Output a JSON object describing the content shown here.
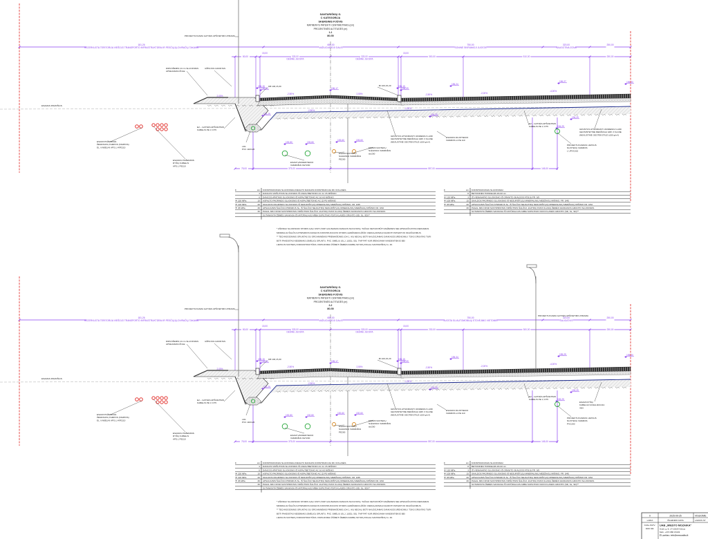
{
  "colors": {
    "dimension": "#8a3ff0",
    "boundary": "#e0201c",
    "structure": "#222222",
    "ground": "#9a9a9a",
    "subgrade": "#1c2a8c",
    "water_pipe": "#27a83a",
    "sewer_pipe": "#d9881e",
    "cable": "#e0201c"
  },
  "sections": [
    {
      "title_lines": [
        "SANTARIŠKIŲ G.",
        "C KATEGORIJA",
        "SKERSINIS PJŪVIS",
        "MATMENYS PATEIKTI CENTIMETRAIS (cm)",
        "PROJEKTINĖS ALTITUDĖS (m)",
        "1-1",
        "M1:50"
      ],
      "dims_row1": [
        {
          "value": "181,26",
          "label": "REZERVUOTA TERITORIJA VIEŠOJO TRANSPORTO INFRASTRUKTŪRAI IR PĖSČIŲJŲ-DVIRAČIŲ TAKAMS"
        },
        {
          "value": "650,00",
          "label": "VAŽIUOJAMOJI DALIS"
        },
        {
          "value": "750,00",
          "label": "SONINĖ SKIRIAMOJI JUOSTA"
        },
        {
          "value": "320,00",
          "label": "SAUGOTINA ZONA"
        },
        {
          "value": "250,00",
          "label": ""
        }
      ],
      "dims_row2": [
        "80,00",
        "15,00",
        "325,00",
        "325,00",
        "15,00",
        "300,00",
        "510,00",
        "250,00"
      ],
      "dims_row2_labels": [
        "DEŠINĖ JUOSTA",
        "DEŠINĖ JUOSTA"
      ],
      "dims_bottom": [
        "75,00",
        "375,00",
        "557,00",
        "145,00"
      ],
      "slopes": [
        "2,00%",
        "-2,50%",
        "2,50%",
        "-2,50%",
        "-2,00%",
        "-1,00%",
        "-2,50%",
        "-4,00%"
      ],
      "elevations": [
        "196,15",
        "196,09",
        "196,17",
        "196,15",
        "196,09",
        "196,24",
        "196,27",
        "196,20",
        "194,29",
        "194,29",
        "194,29",
        "193,80",
        "193,80",
        "193,60",
        "193,60",
        "194,29"
      ],
      "callouts": [
        {
          "lines": [
            "PROJEKTUOJAMA GATVĖS APŠVIETIMO ATRAMA"
          ]
        },
        {
          "lines": [
            "DIRVOŽEMIS 10 cm SLUOKSNIS",
            "APSĖJAMAS ŽOLE"
          ]
        },
        {
          "lines": [
            "UŽPILTAS GRUNTAS"
          ]
        },
        {
          "lines": [
            "ESAMAS PAVIRŠIUS"
          ]
        },
        {
          "lines": [
            "KB 100,15,30"
          ]
        },
        {
          "lines": [
            "BI 100,15,20"
          ]
        },
        {
          "lines": [
            "E2 – GATVĖS APŠVIETIMO",
            "KABELIS PE V, D75"
          ]
        },
        {
          "lines": [
            "LD1",
            "PVC 110/126"
          ]
        },
        {
          "lines": [
            "ESAMI POŽEMINIAI",
            "ŽEMOSIOS ĮTAMPOS (TAMPOS)",
            "EL. KABELIAI APS.L/ APE110"
          ]
        },
        {
          "lines": [
            "ESAMAS POŽEMINIS",
            "RYŠIŲ KABELIS",
            "APS.L PE110"
          ]
        },
        {
          "lines": [
            "ESAMI VANDENTIEKIO",
            "VAMZDŽIAI KET200"
          ]
        },
        {
          "lines": [
            "ESAMI NUOTEKŲ",
            "SLĖGINIAI VAMZDŽIAI",
            "PE200"
          ]
        },
        {
          "lines": [
            "ESAMI NUOTEKŲ",
            "SLĖGINIAI VAMZDŽIAI",
            "ste200"
          ]
        },
        {
          "lines": [
            "GRUNTUS ATSKIRIANTI VANDENIUI LAIDI",
            "GEOSINTETINĖ MEDŽIAGA GRK 3 KLASĖ",
            "(NEAUSTINĖ GEOTEKSTILĖ ≥150 g/m²)"
          ]
        },
        {
          "lines": [
            "ESAMAS DUJOTIEKIO",
            "VAMZDIS st PE 110"
          ]
        },
        {
          "lines": [
            "E2 – GATVĖS APŠVIETIMO",
            "KABELIS PE V, D75"
          ]
        },
        {
          "lines": [
            "GRUNTUS ATSKIRIANTI VANDENIUI LAIDI",
            "GEOSINTETINĖ MEDŽIAGA GRK 3 KLASĖ",
            "(NEAUSTINĖ GEOTEKSTILĖ ≥150 g/m²)"
          ]
        },
        {
          "lines": [
            "PROJEKTUOJAMAS LIETAUS",
            "NUOTEKŲ VAMZDIS",
            "L UPVC315"
          ]
        }
      ],
      "legend_left": [
        {
          "code": "Σ",
          "unit": "cm",
          "text": "KONSTRUKCINIAI SLUOKSNIAI ASFALTO DANGOS KONSTRUKCIJA DK III KLASĖS"
        },
        {
          "code": "",
          "unit": "4",
          "text": "DANGOS VIRŠUTINIS SLUOKSNIS IŠ ASFALTBETONIO AC 11 VS MIŠINIO"
        },
        {
          "code": "",
          "unit": "6",
          "text": "DANGOS APATINIS SLUOKSNIS IŠ ASFALTBETONIO AC 16 AS MIŠINIO"
        },
        {
          "code": "▼ 150 MPa",
          "unit": "10",
          "text": "ASFALTO PAGRINDO SLUOKSNIS IŠ ASFALTBETONIO AC 22 PS MIŠINIO"
        },
        {
          "code": "▼ 120 MPa",
          "unit": "20",
          "text": "SKALDOS PAGRINDO SLUOKSNIS IŠ NESURIŠTŲJŲ MINERALINIŲ MEDŽIAGŲ MIŠINIO, FR. 0/45"
        },
        {
          "code": "▼ 45 MPa",
          "unit": "30",
          "text": "APSAUGINIS ŠALČIUI ATSPARUS SL. IŠ ŠALČIUI NEJAUTRIŲ NESURIŠTŲJŲ MINERALINIŲ MEDŽIAGŲ MIŠINIO FR. 0/32"
        },
        {
          "code": "",
          "unit": "30",
          "text": "PAGAL MIN OFSR SUSTIPRINTAS VIRŠUTINIS ŠALČIUI JAUTRIŲ P2/F3 KLASIŲ ŽEMĖS SANKASOS GRUNTO SLUOKSNIS"
        },
        {
          "code": "",
          "unit": "",
          "text": "SUTANKINTA ŽEMĖS SANKASA IŠ NATŪRALAUS ARBA SUPILTINIO F2/F3 KLASĖS GRUNTO (SD, SL, SD)**"
        }
      ],
      "legend_right": [
        {
          "code": "Σ",
          "unit": "cm",
          "text": "KONSTRUKCINIAI SLUOKSNIAI"
        },
        {
          "code": "",
          "unit": "8",
          "text": "BETONINĖS TRINKELĖS 20x10 cm"
        },
        {
          "code": "▼ 120 MPa",
          "unit": "3",
          "text": "IŠ VIENANARIO SLUOKSNIO IŠ GRANITO SKALDOS ATSIJŲ FR. 0/5"
        },
        {
          "code": "▼ 100 MPa",
          "unit": "15",
          "text": "SKALDOS PAGRINDO SLUOKSNIS IŠ NESURIŠTŲJŲ MINERALINIŲ MEDŽIAGŲ MIŠINIO, FR. 0/45"
        },
        {
          "code": "▼ 45 MPa",
          "unit": "20",
          "text": "APSAUGINIS ŠALČIUI ATSPARUS SL. IŠ ŠALČIUI NEJAUTRIŲ NESURIŠTŲJŲ MINERALINIŲ MEDŽIAGŲ MIŠINIO FR. 0/32"
        },
        {
          "code": "",
          "unit": "30",
          "text": "PAGAL MIN OFSR SUSTIPRINTAS VIRŠUTINIS ŠALČIUI JAUTRIŲ P2/F3 KLASIŲ ŽEMĖS SANKASOS GRUNTO SLUOKSNIS"
        },
        {
          "code": "",
          "unit": "",
          "text": "SUTANKINTA ŽEMĖS SANKASA IŠ NATŪRALAUS ARBA SUPILTINIO F2/F3 KLASĖS GRUNTO (SD, SL, SD)**"
        }
      ],
      "notes": [
        "* AŠKINIAI SLUOKSNIO STORIS GALI KISTI (TAIP GAUNAMAS DANGOS NUOLYDIS). TAČIAU NETURI BŪTI MAŽESNIS NEI APSKAIČIUOTAS REIKIAMAS",
        "MINIMALIAI ŠALČIUI ATSPARIOS DANGOS KONSTRUKCIJOS STORIS LEIDŽIAMAS (ŽIŪR. REIKALAVIMAI) NAUDOTI PATEIKTUS SKAIČIAVIMUS.",
        "** TECHNOGENINIS GRUNTAS SU ORGANINĖMIS PRIEMAIŠOMIS (OH 1. IKI) NEGALI BŪTI NAUDOJAMAS SANKASOS ĮRENGIMUI. TOKS GRUNTAS TURI",
        "BŪTI PAKEISTAS NESEMIAIS (SMĖLIO) GRUNTU. PVZ. SMĖLIU (GLJ, 1(SD), SS). TAIP PAT KUR ĮRENGIAMA VANDENTIEKIO BEI",
        "LIETAUS NUOTEKŲ INFRASTRUKTŪRA. PAPILDOMAI ŽIŪRĖTI ŽEMĖS DARBŲ SKYRIŲ PAGAL SANTARIŠKIŲ G. 46."
      ]
    },
    {
      "title_lines": [
        "SANTARIŠKIŲ G.",
        "C KATEGORIJA",
        "SKERSINIS PJŪVIS",
        "MATMENYS PATEIKTI CENTIMETRAIS (cm)",
        "PROJEKTINĖS ALTITUDĖS (m)",
        "2-2",
        "M1:50"
      ],
      "dims_row1": [
        {
          "value": "181,26",
          "label": "REZERVUOTA TERITORIJA VIEŠOJO TRANSPORTO INFRASTRUKTŪRAI IR PĖSČIŲJŲ-DVIRAČIŲ TAKAMS"
        },
        {
          "value": "650,00",
          "label": "VAŽIUOJAMOJI DALIS"
        },
        {
          "value": "750,00",
          "label": "JUOSTA SU AUTOMOBILIŲ STOVĖJIMO VIETOMIS"
        },
        {
          "value": "320,00",
          "label": "ŠALIGATVIS"
        },
        {
          "value": "250,00",
          "label": ""
        }
      ],
      "dims_row2": [
        "80,00",
        "15,00",
        "325,00",
        "325,00",
        "15,00",
        "230,00",
        "300,00",
        "250,00"
      ],
      "dims_row2_labels": [
        "DEŠINĖ JUOSTA",
        "DEŠINĖ JUOSTA"
      ],
      "dims_bottom": [
        "75,00",
        "375,00",
        "557,00",
        "145,00"
      ],
      "slopes": [
        "2,00%",
        "-2,50%",
        "2,50%",
        "-2,50%",
        "-2,00%",
        "-1,00%",
        "-2,50%",
        "-4,00%"
      ],
      "elevations": [
        "195,15",
        "195,09",
        "195,17",
        "195,15",
        "195,09",
        "195,34",
        "195,29",
        "195,20",
        "193,29",
        "193,29",
        "193,29",
        "192,80",
        "192,80",
        "192,60",
        "192,60",
        "193,29"
      ],
      "callouts": [
        {
          "lines": [
            "PROJEKTUOJAMA GATVĖS APŠVIETIMO ATRAMA"
          ]
        },
        {
          "lines": [
            "DIRVOŽEMIS 10 cm SLUOKSNIS",
            "APSĖJAMAS ŽOLE"
          ]
        },
        {
          "lines": [
            "UŽPILTAS GRUNTAS"
          ]
        },
        {
          "lines": [
            "ESAMAS PAVIRŠIUS"
          ]
        },
        {
          "lines": [
            "KB 100,15,30"
          ]
        },
        {
          "lines": [
            "BI 100,15,20"
          ]
        },
        {
          "lines": [
            "E2 – GATVĖS APŠVIETIMO",
            "KABELIS PE V, D75"
          ]
        },
        {
          "lines": [
            "LD1",
            "PVC 110/126"
          ]
        },
        {
          "lines": [
            "ESAMI POŽEMINIAI",
            "ŽEMOSIOS ĮTAMPOS (TAMPOS)",
            "EL. KABELIAI APS.L/ APE110"
          ]
        },
        {
          "lines": [
            "ESAMAS POŽEMINIS",
            "RYŠIŲ KABELIS",
            "APS.L PE110"
          ]
        },
        {
          "lines": [
            "ESAMI VANDENTIEKIO",
            "VAMZDŽIAI KET200"
          ]
        },
        {
          "lines": [
            "ESAMI NUOTEKŲ",
            "SLĖGINIAI VAMZDŽIAI",
            "PE200"
          ]
        },
        {
          "lines": [
            "ESAMI NUOTEKŲ",
            "SLĖGINIAI VAMZDŽIAI",
            "ste200"
          ]
        },
        {
          "lines": [
            "GRUNTUS ATSKIRIANTI VANDENIUI LAIDI",
            "GEOSINTETINĖ MEDŽIAGA GRK 3 KLASĖ",
            "(NEAUSTINĖ GEOTEKSTILĖ ≥150 g/m²)"
          ]
        },
        {
          "lines": [
            "ESAMAS DUJOTIEKIO",
            "VAMZDIS st PE 110"
          ]
        },
        {
          "lines": [
            "E2 – GATVĖS APŠVIETIMO",
            "KABELIS PE V, D75"
          ]
        },
        {
          "lines": [
            "ESAMI RYŠIŲ",
            "KABELIAI KANALIZACIJA",
            "4N4"
          ]
        },
        {
          "lines": [
            "PROJEKTUOJAMAS LIETAUS",
            "NUOTEKŲ VAMZDIS",
            "PVC200"
          ]
        },
        {
          "lines": [
            "PROJEKTUOJAMA GATVĖS APŠVIETIMO ATRAMA"
          ]
        }
      ],
      "legend_left": [
        {
          "code": "Σ",
          "unit": "cm",
          "text": "KONSTRUKCINIAI SLUOKSNIAI ASFALTO DANGOS KONSTRUKCIJA DK III KLASĖS"
        },
        {
          "code": "",
          "unit": "4",
          "text": "DANGOS VIRŠUTINIS SLUOKSNIS IŠ ASFALTBETONIO AC 11 VS MIŠINIO"
        },
        {
          "code": "",
          "unit": "6",
          "text": "DANGOS APATINIS SLUOKSNIS IŠ ASFALTBETONIO AC 16 AS MIŠINIO"
        },
        {
          "code": "▼ 150 MPa",
          "unit": "10",
          "text": "ASFALTO PAGRINDO SLUOKSNIS IŠ ASFALTBETONIO AC 22 PS MIŠINIO"
        },
        {
          "code": "▼ 120 MPa",
          "unit": "20",
          "text": "SKALDOS PAGRINDO SLUOKSNIS IŠ NESURIŠTŲJŲ MINERALINIŲ MEDŽIAGŲ MIŠINIO, FR. 0/45"
        },
        {
          "code": "▼ 45 MPa",
          "unit": "30",
          "text": "APSAUGINIS ŠALČIUI ATSPARUS SL. IŠ ŠALČIUI NEJAUTRIŲ NESURIŠTŲJŲ MINERALINIŲ MEDŽIAGŲ MIŠINIO FR. 0/32"
        },
        {
          "code": "",
          "unit": "30",
          "text": "PAGAL MIN OFSR SUSTIPRINTAS VIRŠUTINIS ŠALČIUI JAUTRIŲ P2/F3 KLASIŲ ŽEMĖS SANKASOS GRUNTO SLUOKSNIS"
        },
        {
          "code": "",
          "unit": "",
          "text": "SUTANKINTA ŽEMĖS SANKASA IŠ NATŪRALAUS ARBA SUPILTINIO F2/F3 KLASĖS GRUNTO (SD, SL, SD)**"
        }
      ],
      "legend_right": [
        {
          "code": "Σ",
          "unit": "cm",
          "text": "KONSTRUKCINIAI SLUOKSNIAI"
        },
        {
          "code": "",
          "unit": "8",
          "text": "BETONINĖS TRINKELĖS 20x10 cm"
        },
        {
          "code": "▼ 120 MPa",
          "unit": "3",
          "text": "IŠ VIENANARIO SLUOKSNIO IŠ GRANITO SKALDOS ATSIJŲ FR. 0/5"
        },
        {
          "code": "▼ 100 MPa",
          "unit": "15",
          "text": "SKALDOS PAGRINDO SLUOKSNIS IŠ NESURIŠTŲJŲ MINERALINIŲ MEDŽIAGŲ MIŠINIO, FR. 0/45"
        },
        {
          "code": "▼ 45 MPa",
          "unit": "20",
          "text": "APSAUGINIS ŠALČIUI ATSPARUS SL. IŠ ŠALČIUI NEJAUTRIŲ NESURIŠTŲJŲ MINERALINIŲ MEDŽIAGŲ MIŠINIO FR. 0/32"
        },
        {
          "code": "",
          "unit": "30",
          "text": "PAGAL MIN OFSR SUSTIPRINTAS VIRŠUTINIS ŠALČIUI JAUTRIŲ P2/F3 KLASIŲ ŽEMĖS SANKASOS GRUNTO SLUOKSNIS"
        },
        {
          "code": "",
          "unit": "",
          "text": "SUTANKINTA ŽEMĖS SANKASA IŠ NATŪRALAUS ARBA SUPILTINIO F2/F3 KLASĖS GRUNTO (SD, SL, SD)**"
        }
      ],
      "notes": [
        "* AŠKINIAI SLUOKSNIO STORIS GALI KISTI (TAIP GAUNAMAS DANGOS NUOLYDIS). TAČIAU NETURI BŪTI MAŽESNIS NEI APSKAIČIUOTAS REIKIAMAS",
        "MINIMALIAI ŠALČIUI ATSPARIOS DANGOS KONSTRUKCIJOS STORIS LEIDŽIAMAS (ŽIŪR. REIKALAVIMAI) NAUDOTI PATEIKTUS SKAIČIAVIMUS.",
        "** TECHNOGENINIS GRUNTAS SU ORGANINĖMIS PRIEMAIŠOMIS (OH 1. IKI) NEGALI BŪTI NAUDOJAMAS SANKASOS ĮRENGIMUI. TOKS GRUNTAS TURI",
        "BŪTI PAKEISTAS NESEMIAIS (SMĖLIO) GRUNTU. PVZ. SMĖLIU (GLJ, 1(SD), SS). TAIP PAT KUR ĮRENGIAMA VANDENTIEKIO BEI",
        "LIETAUS NUOTEKŲ INFRASTRUKTŪRA. PAPILDOMAI ŽIŪRĖTI ŽEMĖS DARBŲ SKYRIŲ PAGAL SANTARIŠKIŲ G. 46."
      ]
    }
  ],
  "title_block": {
    "revision": "0",
    "date": "2025-09-25",
    "status": "VISUOME",
    "revision_label": "LAIDA",
    "date_label": "IŠLEIDIMO DATA",
    "status_label": "LAIDOS ST",
    "qual_label_1": "KVAL.PATV.",
    "qual_label_2": "DOK.NR.",
    "company": "UAB „MIESTO MOZAIKA\"",
    "address": "Smilt. g. 8, LT-10229 Vilnius",
    "phone": "Mob. +370 686 15433",
    "email": "El. paštas: info@mmozaika.lt"
  }
}
